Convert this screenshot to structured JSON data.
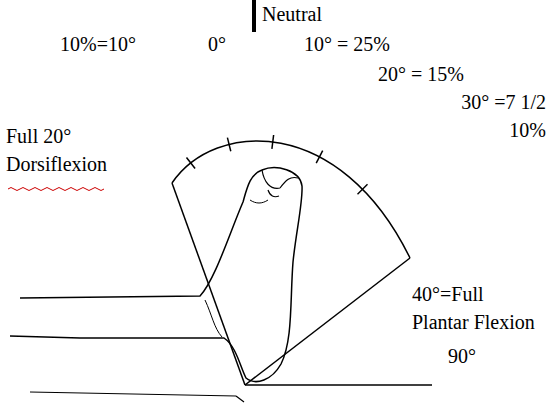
{
  "diagram": {
    "labels": [
      "Neutral",
      "10%=10°",
      "0°",
      "10° = 25%",
      "20° = 15%",
      "30° =7 1/2 10%",
      "Full 20° Dorsiflexion",
      "40°=Full Plantar Flexion",
      "90°"
    ]
  }
}
